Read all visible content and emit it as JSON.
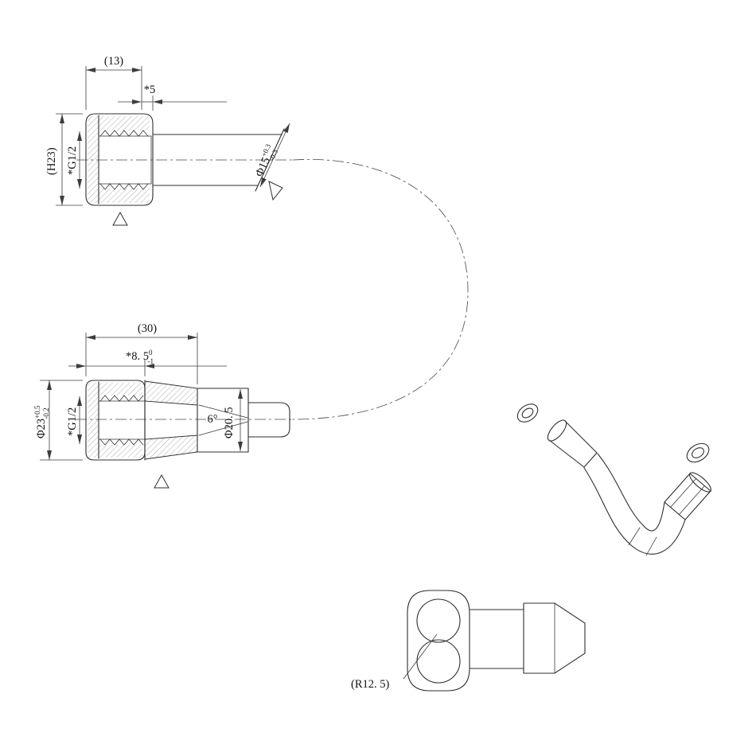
{
  "colors": {
    "background": "#ffffff",
    "part_line": "#2f2f2f",
    "dimension_line": "#3c3c3c"
  },
  "views": {
    "top_fitting": {
      "dim_width_ref": "(13)",
      "dim_face_depth": "*5",
      "dim_height_ref": "(H23)",
      "dim_thread": "*G1/2",
      "dim_tube_dia": "Φ15",
      "dim_tube_dia_tol_up": "+0.3",
      "dim_tube_dia_tol_dn": "-0.3"
    },
    "mid_fitting": {
      "dim_length_ref": "(30)",
      "dim_thread_depth": "*8. 5",
      "dim_thread_depth_tol_up": "0",
      "dim_thread_depth_tol_dn": "-1",
      "dim_outer_dia": "Φ23",
      "dim_outer_dia_tol_up": "+0.5",
      "dim_outer_dia_tol_dn": "-0.2",
      "dim_thread": "*G1/2",
      "dim_cone_angle": "6°",
      "dim_bore_dia": "Φ20. 5"
    },
    "elbow": {
      "dim_radius_ref": "(R12. 5)"
    }
  }
}
